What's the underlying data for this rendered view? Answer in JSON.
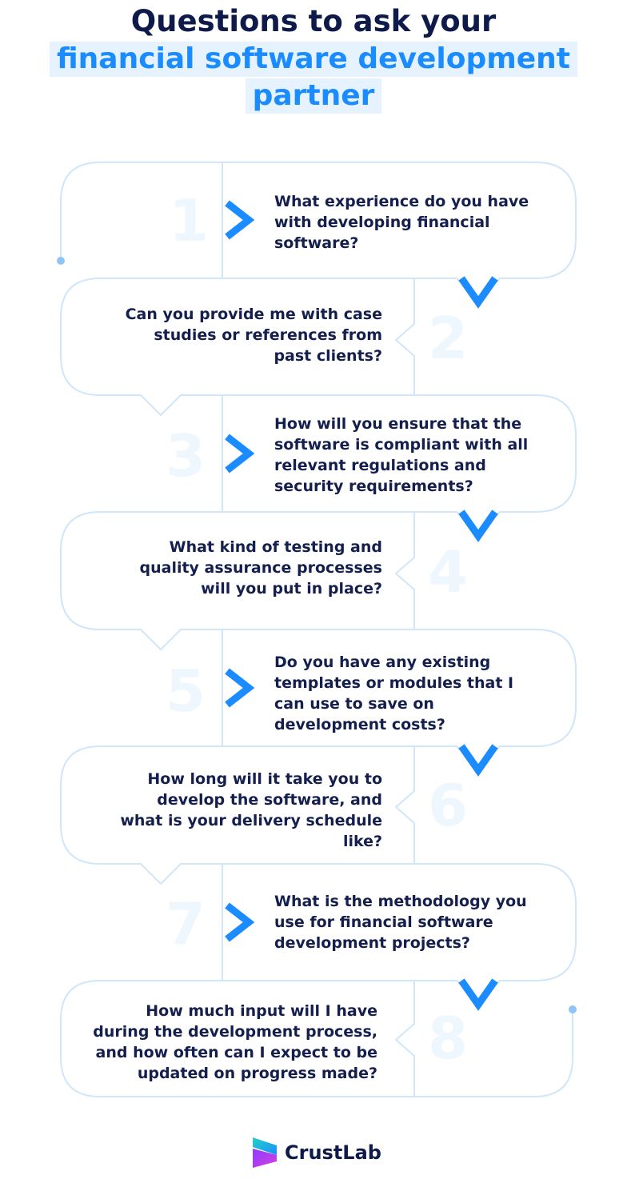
{
  "title": {
    "line1": "Questions to ask your",
    "line2": "financial software development",
    "line3": "partner"
  },
  "questions": [
    {
      "number": "1",
      "text_lines": [
        "What experience do you have",
        "with developing financial",
        "software?"
      ]
    },
    {
      "number": "2",
      "text_lines": [
        "Can you provide me with case",
        "studies or references from",
        "past clients?"
      ]
    },
    {
      "number": "3",
      "text_lines": [
        "How will you ensure that the",
        "software is compliant with all",
        "relevant regulations and",
        "security requirements?"
      ]
    },
    {
      "number": "4",
      "text_lines": [
        "What kind of testing and",
        "quality assurance processes",
        "will you put in place?"
      ]
    },
    {
      "number": "5",
      "text_lines": [
        "Do you have any existing",
        "templates or modules that I",
        "can use to save on",
        "development costs?"
      ]
    },
    {
      "number": "6",
      "text_lines": [
        "How long will it take you to",
        "develop the software, and",
        "what is your delivery schedule",
        "like?"
      ]
    },
    {
      "number": "7",
      "text_lines": [
        "What is the methodology you",
        "use for financial software",
        "development projects?"
      ]
    },
    {
      "number": "8",
      "text_lines": [
        "How much input will I have",
        "during the development process,",
        "and how often can I expect to be",
        "updated on progress made?"
      ]
    }
  ],
  "logo": {
    "name": "CrustLab",
    "icon": "crustlab-logo-icon"
  },
  "colors": {
    "accent": "#1a8cff",
    "outline": "#cfe6fb",
    "number_fill": "#eef6fe",
    "text": "#141f4e",
    "title": "#0e1a4a",
    "highlight": "#e6f3ff"
  }
}
